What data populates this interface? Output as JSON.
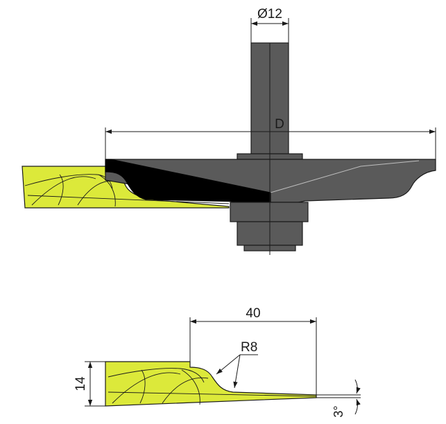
{
  "labels": {
    "shank_diameter": "Ø12",
    "cutter_diameter": "D",
    "profile_width": "40",
    "profile_radius": "R8",
    "profile_thickness": "14",
    "angle": "3°"
  },
  "colors": {
    "wood": "#dce93a",
    "steel": "#5a5a5a",
    "carbide": "#000000",
    "line": "#1a1a1a",
    "background": "#ffffff"
  }
}
